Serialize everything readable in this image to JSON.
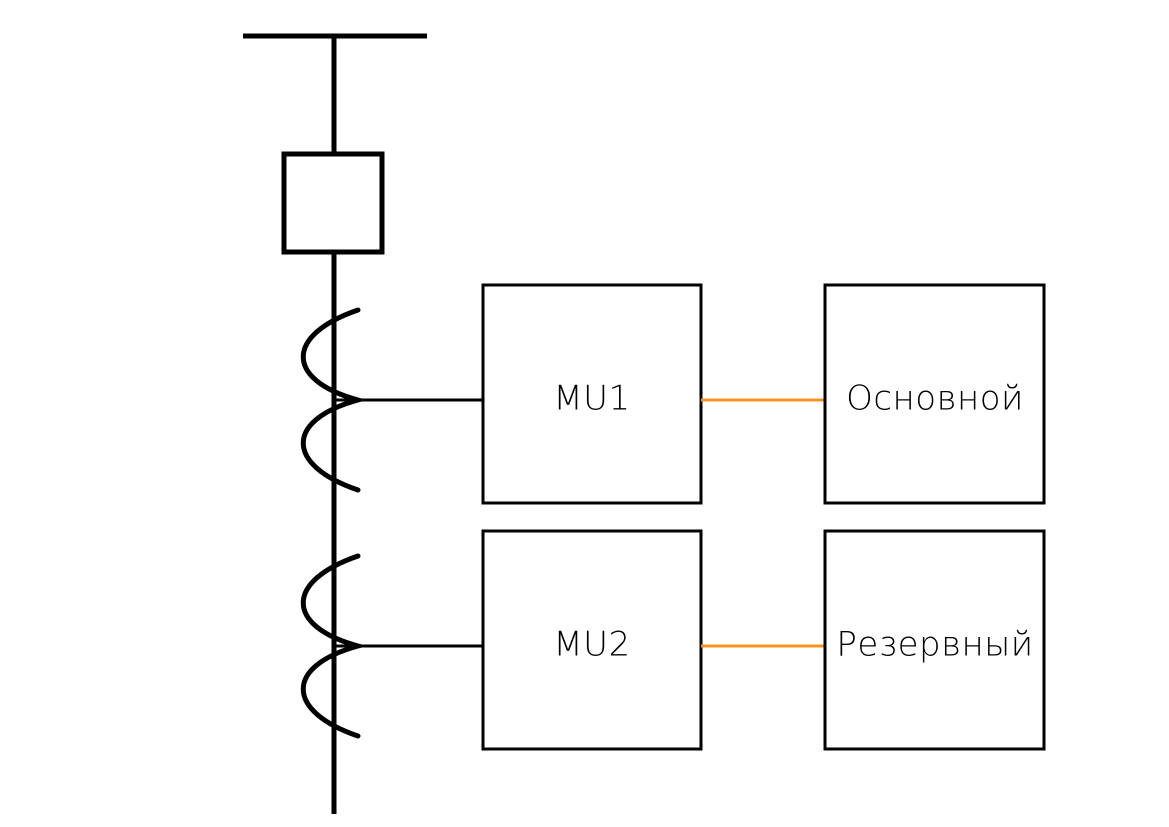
{
  "diagram": {
    "units": {
      "mu1": {
        "label": "MU1"
      },
      "mu2": {
        "label": "MU2"
      }
    },
    "protections": {
      "main": {
        "label": "Основной"
      },
      "backup": {
        "label": "Резервный"
      }
    },
    "colors": {
      "line": "#000000",
      "link": "#f7931e",
      "background": "#ffffff"
    }
  }
}
